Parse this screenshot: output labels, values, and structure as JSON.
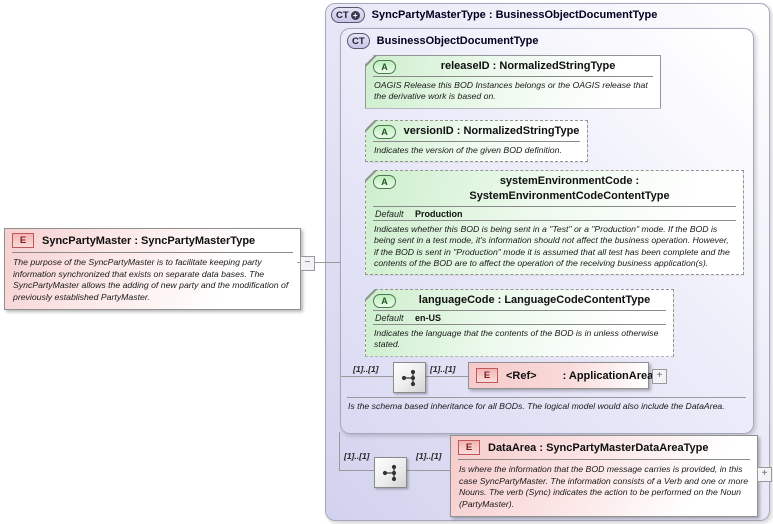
{
  "left_element": {
    "badge": "E",
    "title": "SyncPartyMaster : SyncPartyMasterType",
    "description": "The purpose of the SyncPartyMaster is to facilitate keeping party information synchronized that exists on separate data bases.  The SyncPartyMaster allows the adding of new party and the modification of previously established PartyMaster."
  },
  "connector": {
    "collapse_label": "−"
  },
  "outer_panel": {
    "badge": "CT",
    "badge_plus": "+",
    "title": "SyncPartyMasterType : BusinessObjectDocumentType"
  },
  "inner_panel": {
    "badge": "CT",
    "title": "BusinessObjectDocumentType",
    "footer": "Is the schema based inheritance for all BODs. The logical model would also include the DataArea."
  },
  "attributes": [
    {
      "badge": "A",
      "title": "releaseID : NormalizedStringType",
      "description": "OAGIS Release this BOD Instances belongs or the OAGIS release that the derivative work is based on."
    },
    {
      "badge": "A",
      "title": "versionID : NormalizedStringType",
      "description": "Indicates the version of the given BOD definition."
    },
    {
      "badge": "A",
      "title": "systemEnvironmentCode : SystemEnvironmentCodeContentType",
      "default_label": "Default",
      "default_value": "Production",
      "description": "Indicates whether this BOD is being sent in a \"Test\" or a \"Production\" mode. If the BOD is being sent in a test mode, it's information should not affect the business operation. However, if the BOD is sent in \"Production\" mode it is assumed that all test has been complete and the contents of the BOD are to affect the operation of the receiving business application(s)."
    },
    {
      "badge": "A",
      "title": "languageCode : LanguageCodeContentType",
      "default_label": "Default",
      "default_value": "en-US",
      "description": "Indicates the language that the contents of the BOD is in unless otherwise stated."
    }
  ],
  "application_area_row": {
    "cardinality_left": "[1]..[1]",
    "cardinality_right": "[1]..[1]",
    "element": {
      "badge": "E",
      "name": "<Ref>",
      "type": ": ApplicationArea",
      "expand": "+"
    }
  },
  "data_area_row": {
    "cardinality_left": "[1]..[1]",
    "cardinality_right": "[1]..[1]",
    "element": {
      "badge": "E",
      "title": "DataArea : SyncPartyMasterDataAreaType",
      "expand": "+",
      "description": "Is where the information that the BOD message carries is provided, in this case SyncPartyMaster. The information consists of a Verb and one or more Nouns. The verb (Sync) indicates the action to be performed on the Noun (PartyMaster)."
    }
  },
  "colors": {
    "panel_fill": "#d2d2ee",
    "attribute_fill": "#cdeecd",
    "element_fill": "#f6caca",
    "element_badge_border": "#c05858"
  }
}
